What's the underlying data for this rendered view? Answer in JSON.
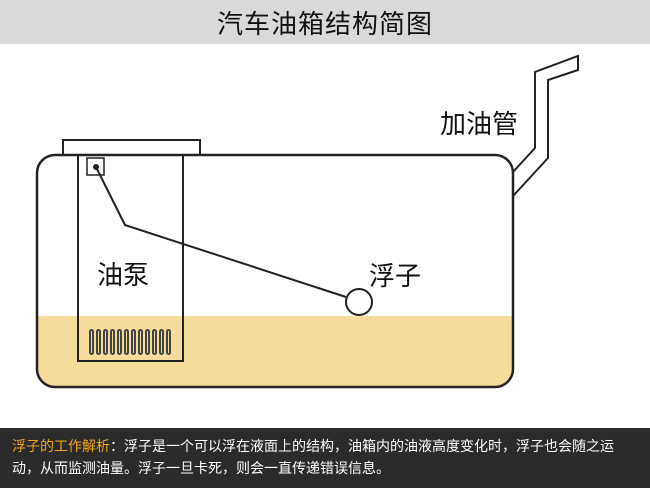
{
  "title": "汽车油箱结构简图",
  "labels": {
    "filler_pipe": "加油管",
    "pump": "油泵",
    "float": "浮子"
  },
  "caption": {
    "heading": "浮子的工作解析",
    "text": "：浮子是一个可以浮在液面上的结构，油箱内的油液高度变化时，浮子也会随之运动，从而监测油量。浮子一旦卡死，则会一直传递错误信息。"
  },
  "colors": {
    "fuel": "#f5dc9a",
    "outline": "#222222",
    "caption_highlight": "#f2a51a",
    "caption_bg": "#2b2b2b",
    "title_bg": "#d9d9d9"
  }
}
